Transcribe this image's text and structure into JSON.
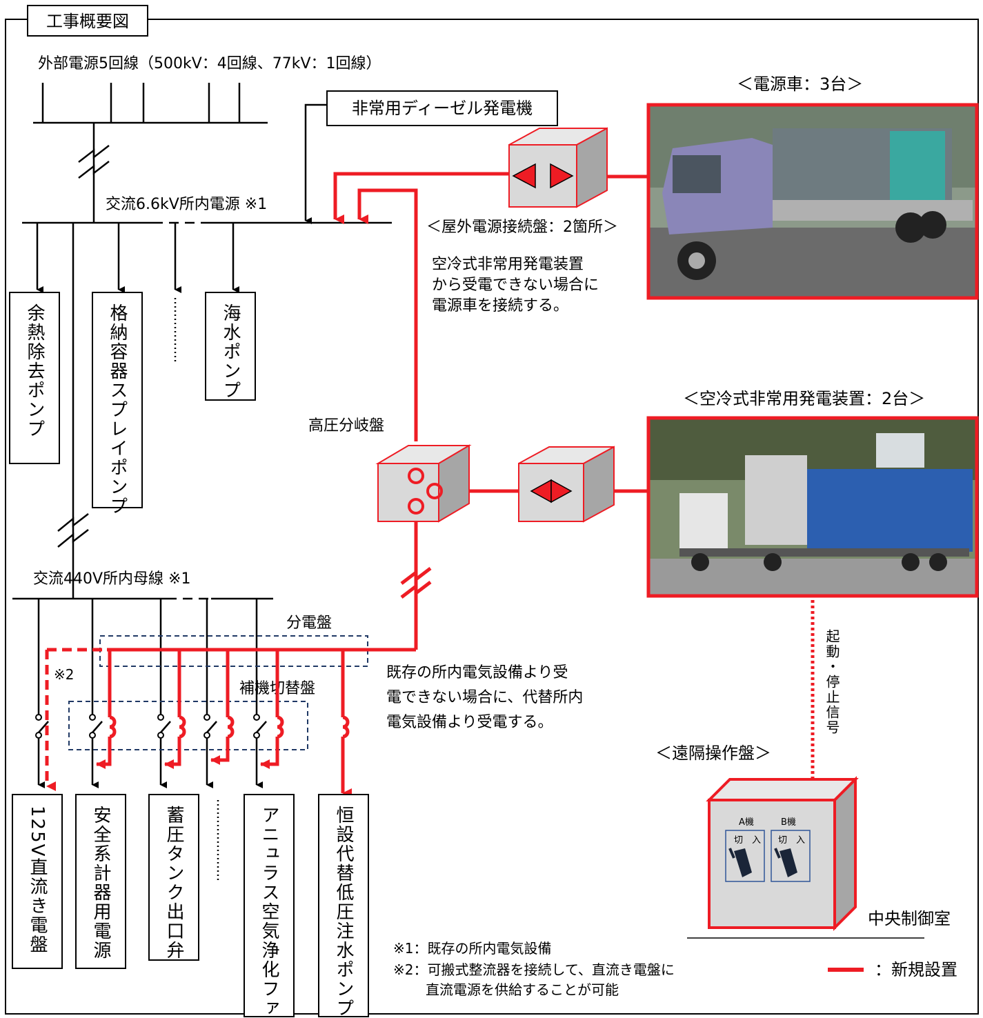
{
  "title": "工事概要図",
  "external_power": "外部電源5回線（500kV：4回線、77kV：1回線）",
  "ac66_bus": "交流6.6kV所内電源 ※1",
  "diesel": "非常用ディーゼル発電機",
  "ac66_loads": [
    "余熱除去ポンプ",
    "格納容器スプレイポンプ",
    "海水ポンプ"
  ],
  "ac440_bus": "交流440V所内母線 ※1",
  "ac440_loads": [
    "125V直流き電盤",
    "安全系計器用電源",
    "蓄圧タンク出口弁",
    "アニュラス空気浄化ファン",
    "恒設代替低圧注水ポンプ"
  ],
  "power_vehicle": {
    "title": "＜電源車：3台＞",
    "panel_label": "＜屋外電源接続盤：2箇所＞",
    "note_lines": [
      "空冷式非常用発電装置",
      "から受電できない場合に",
      "電源車を接続する。"
    ]
  },
  "hv_branch": "高圧分岐盤",
  "air_cooled_gen": {
    "title": "＜空冷式非常用発電装置：2台＞"
  },
  "signal": "起動・停止信号",
  "remote_panel": {
    "title": "＜遠隔操作盤＞",
    "unit_a": "A機",
    "unit_b": "B機",
    "off": "切",
    "on": "入",
    "room": "中央制御室"
  },
  "distribution_board": "分電盤",
  "aux_switch_board": "補機切替盤",
  "note2_marker": "※2",
  "substitute_note_lines": [
    "既存の所内電気設備より受",
    "電できない場合に、代替所内",
    "電気設備より受電する。"
  ],
  "footnotes": [
    "※1：既存の所内電気設備",
    "※2：可搬式整流器を接続して、直流き電盤に",
    "直流電源を供給することが可能"
  ],
  "legend": {
    "label": "：新規設置",
    "color": "#ee1c24"
  },
  "colors": {
    "new_equipment": "#ee1c24",
    "box_face": "#d9d9d9",
    "dashed_frame": "#1f3864"
  }
}
